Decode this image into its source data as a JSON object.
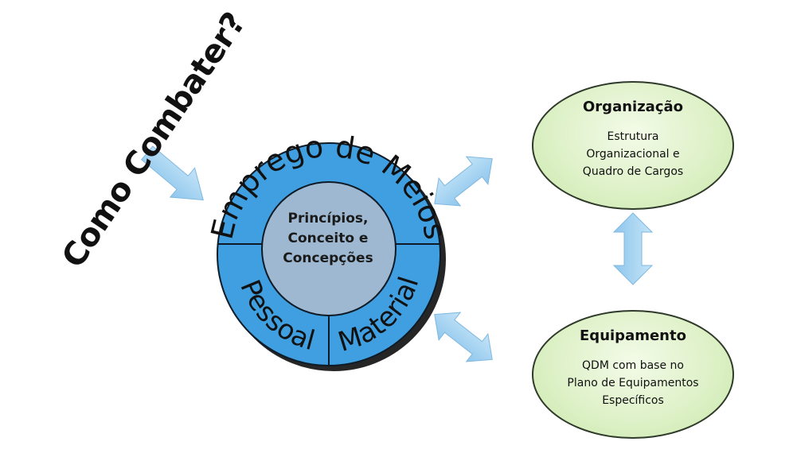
{
  "side_title": "Como Combater?",
  "center": {
    "outer_top": "Emprego de Meios",
    "outer_left": "Pessoal",
    "outer_right": "Material",
    "inner_lines": [
      "Princípios,",
      "Conceito e",
      "Concepções"
    ]
  },
  "organizacao": {
    "title": "Organização",
    "lines": [
      "Estrutura",
      "Organizacional e",
      "Quadro de Cargos"
    ]
  },
  "equipamento": {
    "title": "Equipamento",
    "lines": [
      "QDM com base no",
      "Plano de Equipamentos",
      "Específicos"
    ]
  },
  "colors": {
    "ring": "#3f9fe0",
    "inner": "#9db8d0",
    "arrow": "#9fcfee",
    "ellipse": "#dcf0c5"
  }
}
